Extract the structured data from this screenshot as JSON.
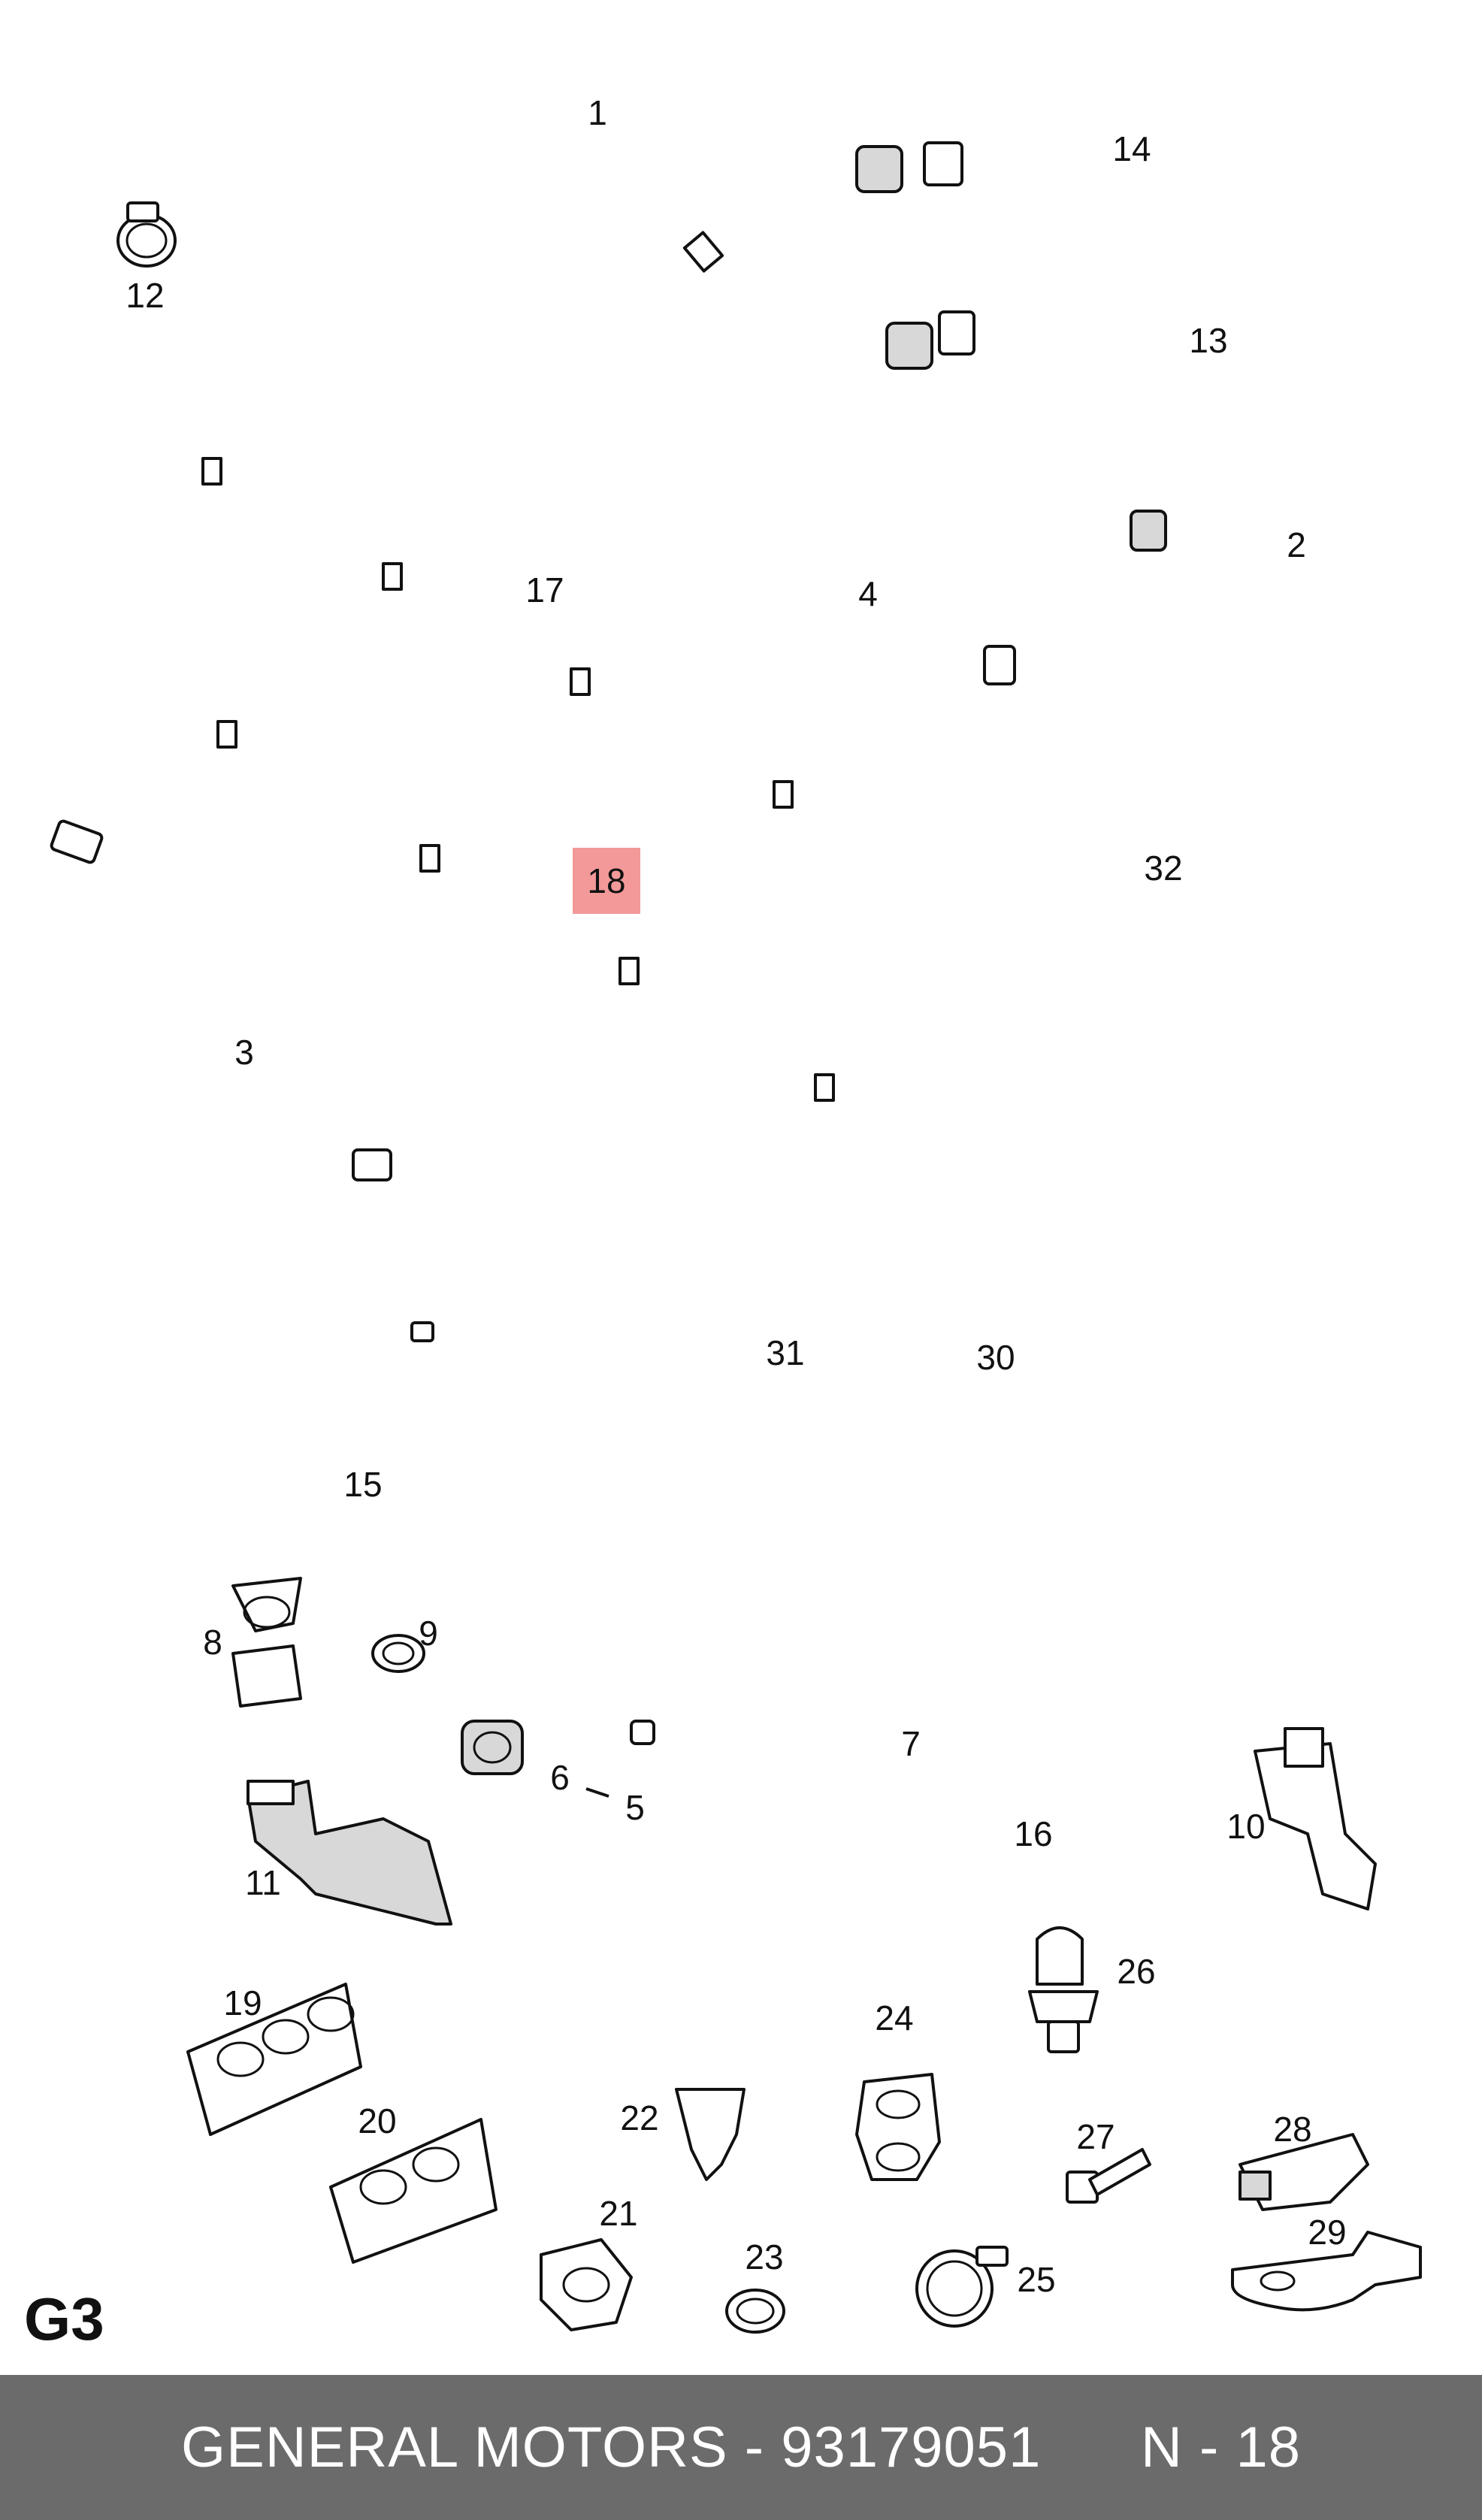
{
  "diagram": {
    "callouts": [
      "1",
      "2",
      "3",
      "4",
      "5",
      "6",
      "7",
      "8",
      "9",
      "10",
      "11",
      "12",
      "13",
      "14",
      "15",
      "16",
      "17",
      "18",
      "19",
      "20",
      "21",
      "22",
      "23",
      "24",
      "25",
      "26",
      "27",
      "28",
      "29",
      "30",
      "31",
      "32"
    ],
    "highlighted_callout": "18",
    "highlight_color": "#f08080",
    "section_label": "G3"
  },
  "footer": {
    "manufacturer": "GENERAL MOTORS",
    "separator": " - ",
    "part_number": "93179051",
    "position": "N - 18",
    "background_color": "#6b6b6b",
    "text_color": "#ffffff"
  }
}
